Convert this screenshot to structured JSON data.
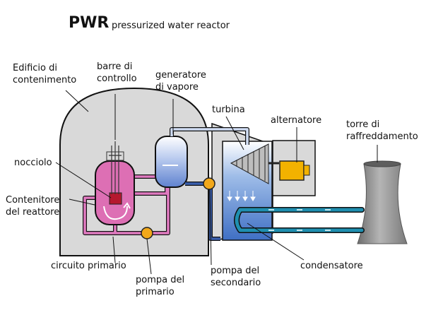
{
  "title": {
    "acronym": "PWR",
    "subtitle": "pressurized water reactor"
  },
  "labels": {
    "edificio_1": "Edificio di",
    "edificio_2": "contenimento",
    "barre_1": "barre di",
    "barre_2": "controllo",
    "generatore_1": "generatore",
    "generatore_2": "di vapore",
    "turbina": "turbina",
    "alternatore": "alternatore",
    "torre_1": "torre di",
    "torre_2": "raffreddamento",
    "nocciolo": "nocciolo",
    "contenitore_1": "Contenitore",
    "contenitore_2": "del reattore",
    "circuito": "circuito primario",
    "pompa_primario_1": "pompa del",
    "pompa_primario_2": "primario",
    "pompa_secondario_1": "pompa del",
    "pompa_secondario_2": "secondario",
    "condensatore": "condensatore"
  },
  "colors": {
    "building": "#d9d9d9",
    "reactor": "#dd6fb4",
    "primary_loop": "#e07ac0",
    "steam_generator": "#7f9fdc",
    "secondary_loop": "#3a5fae",
    "condenser_loop": "#1f8fb0",
    "condenser_water": "#4f7fcf",
    "pump": "#f2a81a",
    "alternator": "#f2b200",
    "tower": "#9a9a9a"
  }
}
